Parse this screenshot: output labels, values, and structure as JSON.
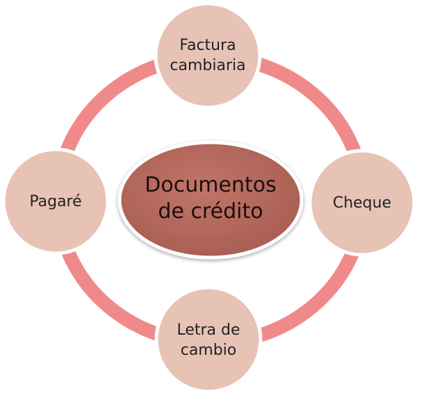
{
  "diagram": {
    "colors": {
      "ring": "#f08a8a",
      "node_fill": "#e7c3b5",
      "node_border": "#ffffff",
      "center_fill": "#b0665c",
      "center_border": "#ffffff",
      "node_text": "#222222",
      "center_text": "#1c0e0b"
    },
    "center": {
      "label": "Documentos\nde crédito"
    },
    "nodes": [
      {
        "id": "top",
        "label": "Factura\ncambiaria"
      },
      {
        "id": "right",
        "label": "Cheque"
      },
      {
        "id": "bottom",
        "label": "Letra de\ncambio"
      },
      {
        "id": "left",
        "label": "Pagaré"
      }
    ]
  }
}
